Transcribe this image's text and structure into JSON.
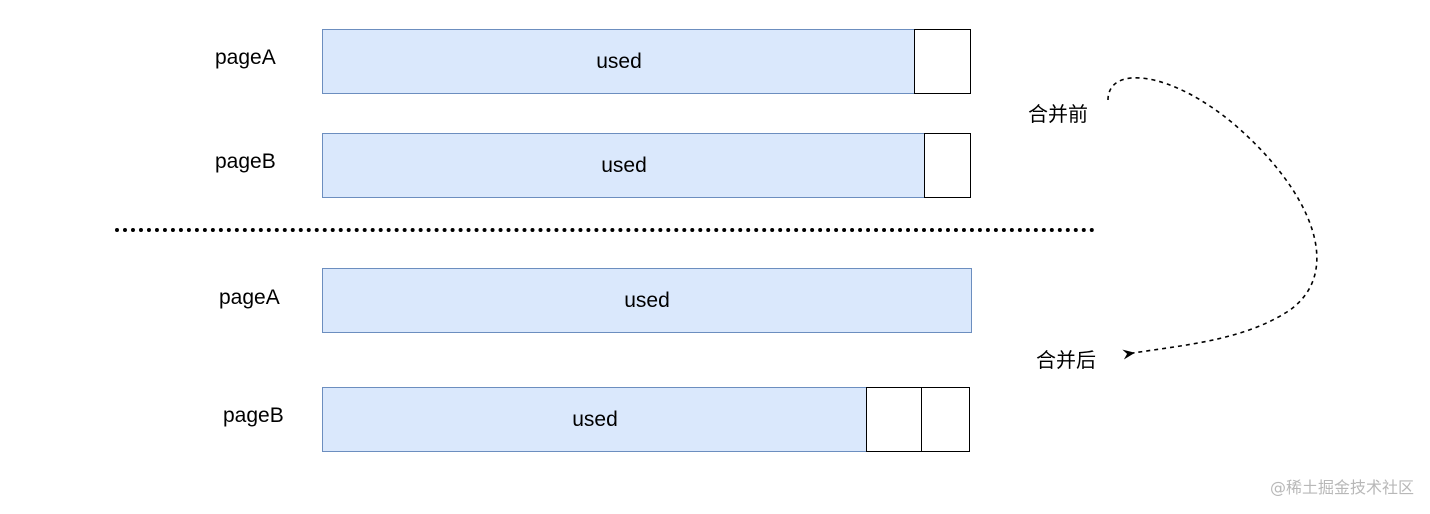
{
  "before": {
    "rows": [
      {
        "label": "pageA",
        "used_label": "used",
        "free_blocks": 1
      },
      {
        "label": "pageB",
        "used_label": "used",
        "free_blocks": 1
      }
    ],
    "caption": "合并前"
  },
  "after": {
    "rows": [
      {
        "label": "pageA",
        "used_label": "used",
        "free_blocks": 0
      },
      {
        "label": "pageB",
        "used_label": "used",
        "free_blocks": 2
      }
    ],
    "caption": "合并后"
  },
  "watermark": "@稀土掘金技术社区",
  "colors": {
    "used_fill": "#dae8fc",
    "used_stroke": "#6c8ebf",
    "free_stroke": "#000000"
  }
}
